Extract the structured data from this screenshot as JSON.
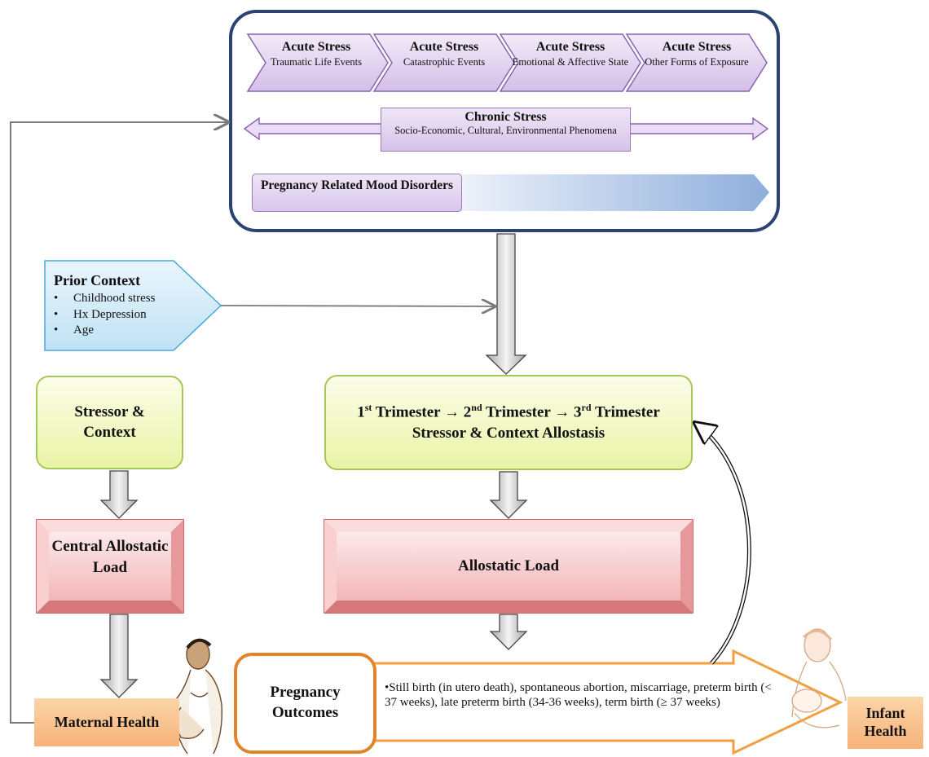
{
  "acute": [
    {
      "title": "Acute Stress",
      "sub": "Traumatic Life Events"
    },
    {
      "title": "Acute Stress",
      "sub": "Catastrophic Events"
    },
    {
      "title": "Acute Stress",
      "sub": "Emotional & Affective State"
    },
    {
      "title": "Acute Stress",
      "sub": "Other Forms of Exposure"
    }
  ],
  "chronic": {
    "title": "Chronic Stress",
    "sub": "Socio-Economic, Cultural, Environmental Phenomena"
  },
  "mood": "Pregnancy Related Mood Disorders",
  "prior": {
    "title": "Prior Context",
    "bullet": "•",
    "items": [
      "Childhood stress",
      "Hx Depression",
      "Age"
    ]
  },
  "stressor_context": "Stressor & Context",
  "trimester": {
    "t1": "1",
    "t1_sup": "st",
    "t1_word": " Trimester → ",
    "t2": "2",
    "t2_sup": "nd",
    "t2_word": " Trimester → ",
    "t3": "3",
    "t3_sup": "rd",
    "t3_word": " Trimester",
    "line2": "Stressor & Context Allostasis"
  },
  "central_load": "Central Allostatic Load",
  "allostatic_load": "Allostatic Load",
  "maternal_health": "Maternal Health",
  "infant_health": "Infant Health",
  "pregnancy_outcomes": "Pregnancy Outcomes",
  "outcomes_list": "•Still birth (in utero death), spontaneous abortion, miscarriage, preterm birth (< 37 weeks), late preterm birth (34-36 weeks), term birth (≥ 37 weeks)",
  "colors": {
    "frame": "#2b4373",
    "purple": "#8b62b3",
    "green_border": "#a8c75a",
    "red_border": "#c0393b",
    "orange": "#e0852c"
  }
}
